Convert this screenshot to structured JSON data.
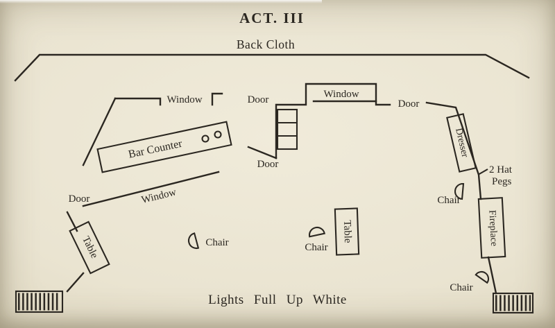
{
  "title": "ACT. III",
  "backdrop": "Back Cloth",
  "footer": "Lights Full Up White",
  "labels": {
    "window_top_left": "Window",
    "door_top_center": "Door",
    "window_bay": "Window",
    "door_top_right": "Door",
    "door_center": "Door",
    "door_left": "Door",
    "window_left_wall": "Window",
    "bar_counter": "Bar Counter",
    "dresser": "Dresser",
    "hat_pegs_line1": "2 Hat",
    "hat_pegs_line2": "Pegs",
    "fireplace": "Fireplace",
    "table_left": "Table",
    "table_center": "Table",
    "chair_left": "Chair",
    "chair_center": "Chair",
    "chair_right": "Chair",
    "chair_bottom_right": "Chair"
  },
  "colors": {
    "paper": "#eae4d1",
    "ink": "#2b2721"
  }
}
